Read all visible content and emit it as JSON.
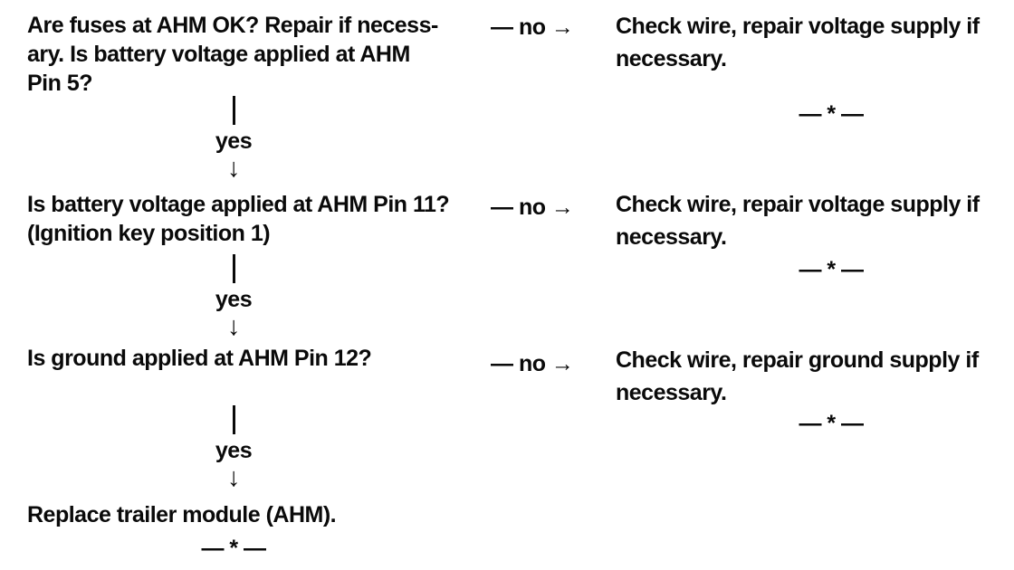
{
  "page": {
    "background": "#ffffff",
    "text_color": "#0a0a0a"
  },
  "flowchart": {
    "down_arrow": "↓",
    "steps": [
      {
        "question": "Are fuses at AHM OK? Repair if necess-\nary. Is battery voltage applied at AHM\nPin 5?",
        "yes_label": "yes",
        "no_label": "— no →",
        "action": "Check wire, repair voltage supply if\nnecessary.",
        "terminator": "— * —"
      },
      {
        "question": "Is battery voltage applied at AHM Pin 11?\n(Ignition key position 1)",
        "yes_label": "yes",
        "no_label": "— no →",
        "action": "Check wire, repair voltage supply if\nnecessary.",
        "terminator": "— * —"
      },
      {
        "question": "Is ground applied at AHM Pin 12?",
        "yes_label": "yes",
        "no_label": "— no →",
        "action": "Check wire, repair ground supply if\nnecessary.",
        "terminator": "— * —"
      }
    ],
    "final_step": {
      "text": "Replace trailer module (AHM).",
      "terminator": "— * —"
    }
  }
}
